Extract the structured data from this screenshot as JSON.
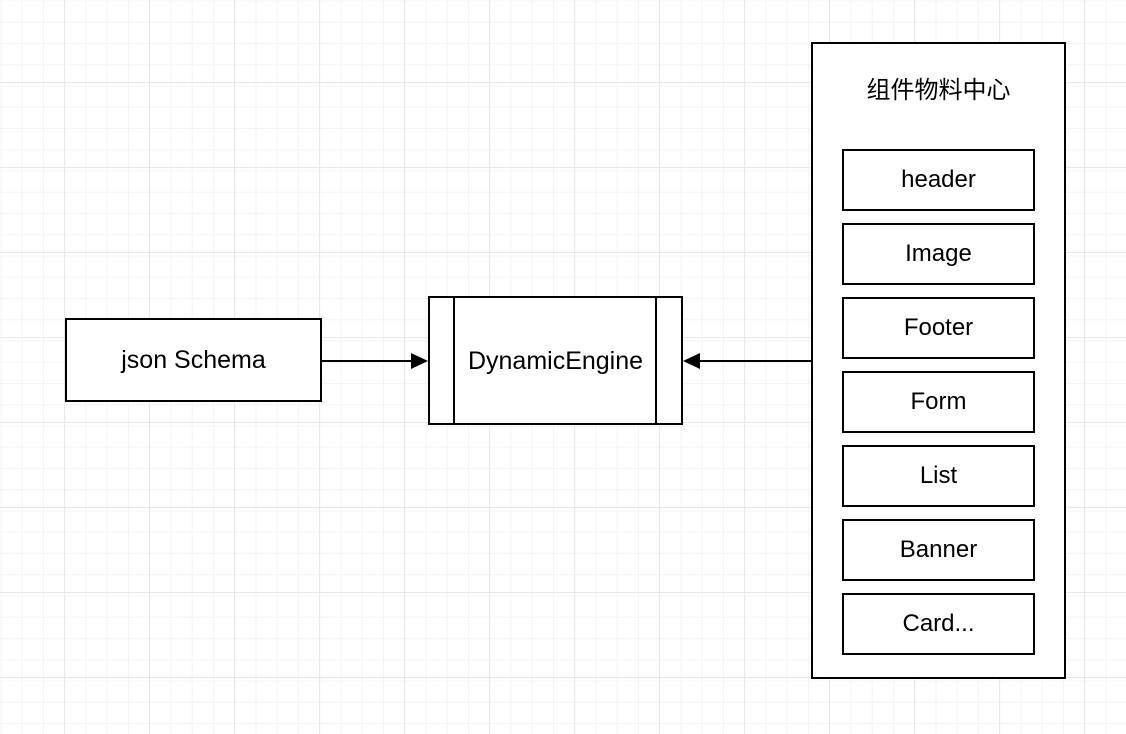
{
  "diagram": {
    "nodes": {
      "json_schema": {
        "label": "json Schema"
      },
      "dynamic_engine": {
        "label": "DynamicEngine"
      },
      "materials": {
        "title": "组件物料中心",
        "items": [
          "header",
          "Image",
          "Footer",
          "Form",
          "List",
          "Banner",
          "Card..."
        ]
      }
    },
    "connectors": [
      {
        "name": "arrow-schema-to-engine",
        "direction": "right",
        "from": "json_schema",
        "to": "dynamic_engine"
      },
      {
        "name": "arrow-materials-to-engine",
        "direction": "left",
        "from": "materials",
        "to": "dynamic_engine"
      }
    ],
    "colors": {
      "stroke": "#000000",
      "fill": "#ffffff",
      "text": "#000000",
      "grid_minor": "#f4f4f4",
      "grid_major": "#e8e8e8",
      "canvas": "#ffffff"
    }
  }
}
